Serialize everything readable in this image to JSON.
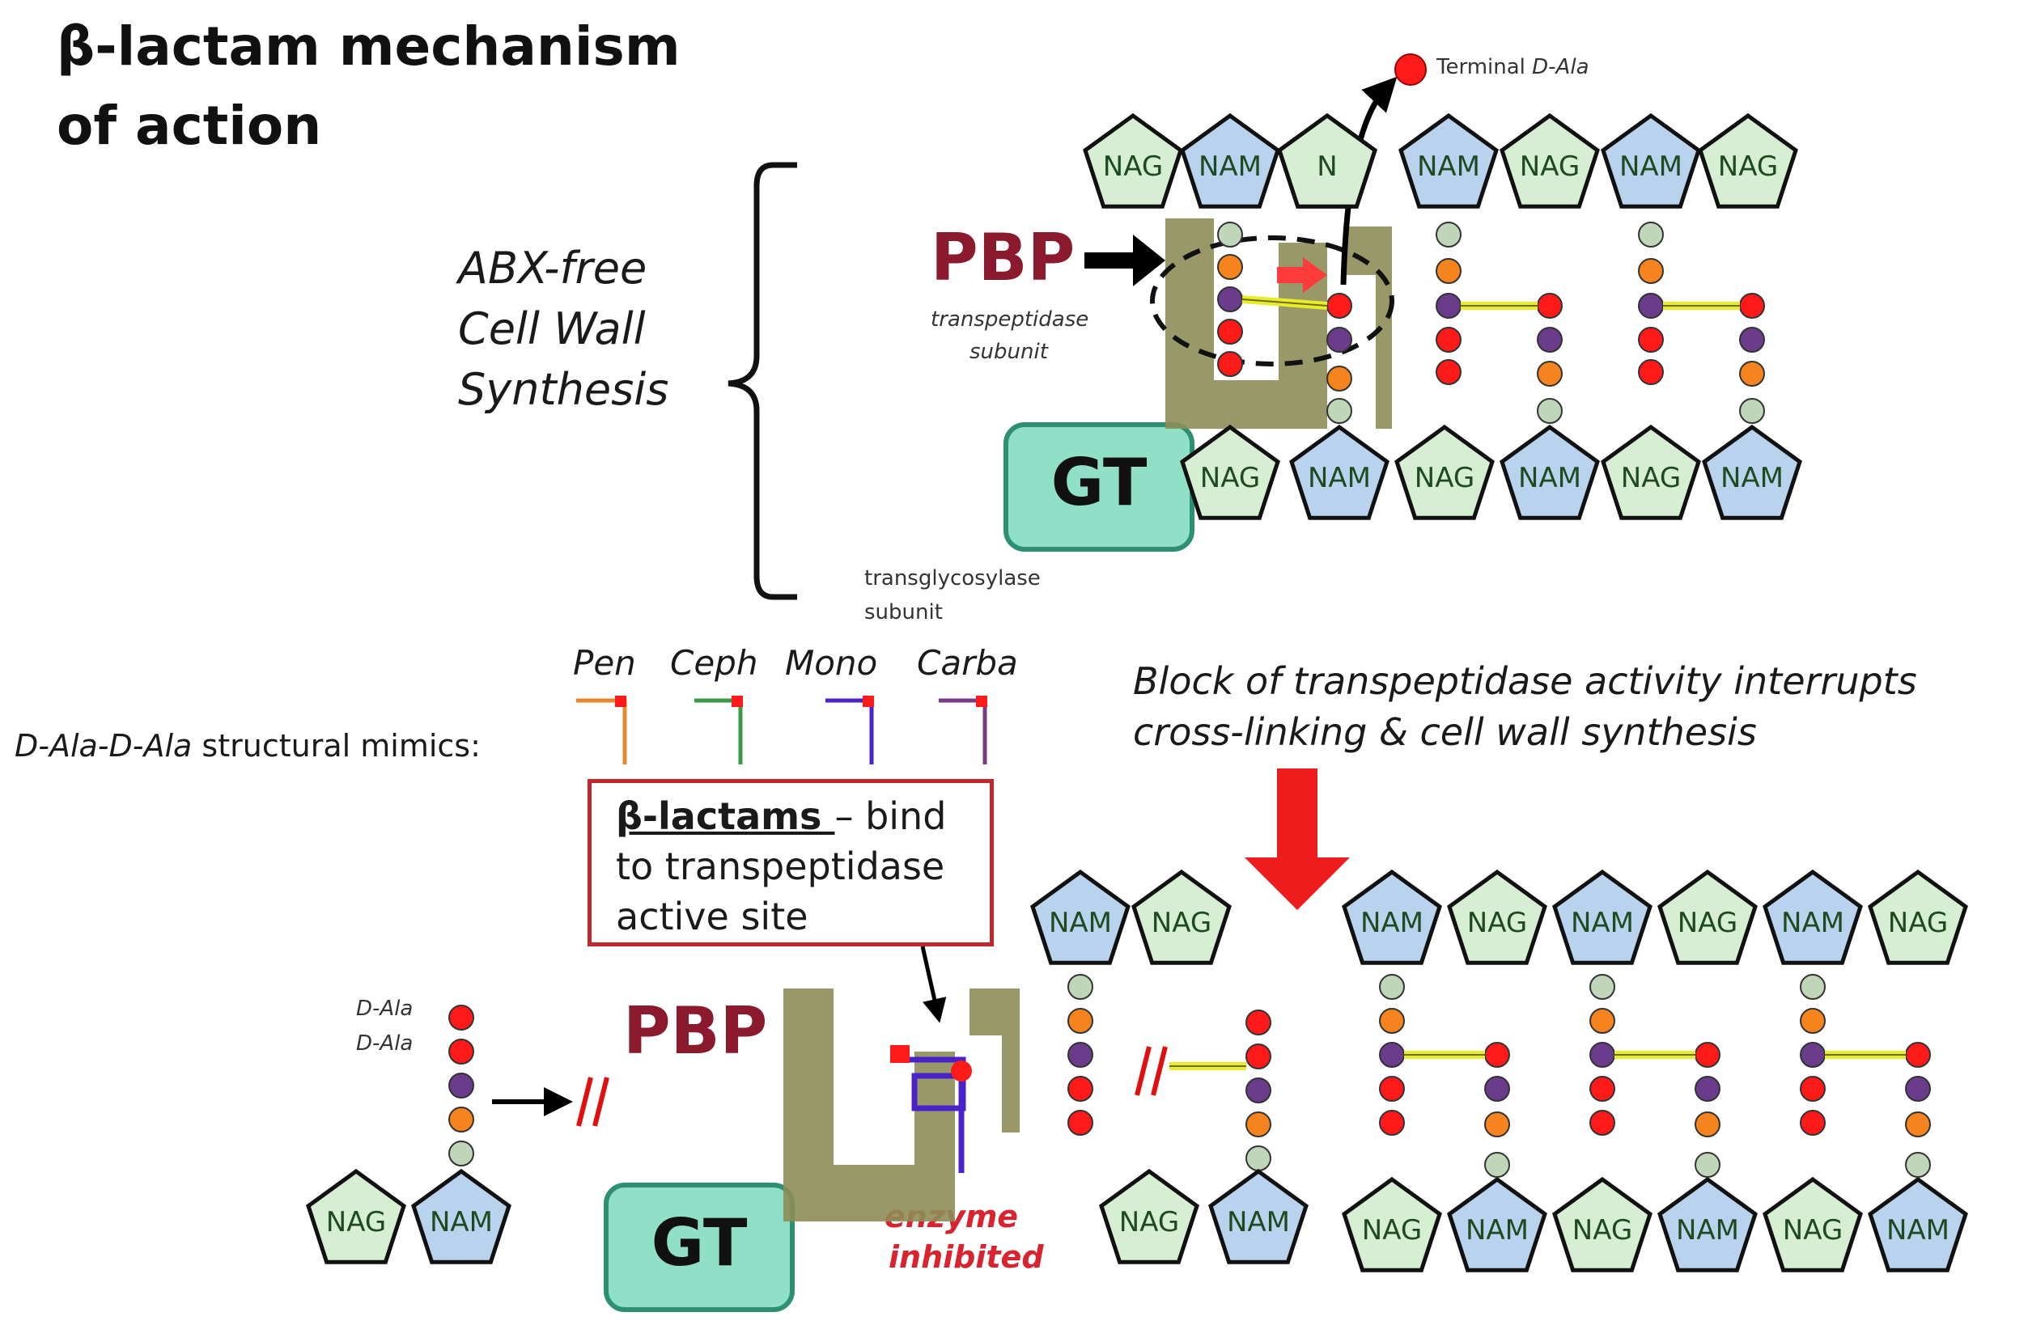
{
  "title": {
    "line1": "β-lactam mechanism",
    "line2": "of action"
  },
  "abx_label": {
    "line1": "ABX-free",
    "line2": "Cell Wall",
    "line3": "Synthesis"
  },
  "pbp_label": "PBP",
  "gt_label": "GT",
  "transpeptidase_label": {
    "line1": "transpeptidase",
    "line2": "subunit"
  },
  "transglycosylase_label": {
    "line1": "transglycosylase",
    "line2": "subunit"
  },
  "terminal_dala_label": {
    "prefix": "Terminal ",
    "dala": "D-Ala"
  },
  "sugar_labels": {
    "nag": "NAG",
    "nam": "NAM",
    "partial_n": "N"
  },
  "mimics": {
    "label_dala": "D-Ala-D-Ala",
    "label_rest": " structural mimics:",
    "items": [
      {
        "name": "Pen",
        "color": "#e8892e"
      },
      {
        "name": "Ceph",
        "color": "#3b9b44"
      },
      {
        "name": "Mono",
        "color": "#4b22c8"
      },
      {
        "name": "Carba",
        "color": "#7a3a8a"
      }
    ]
  },
  "beta_lactams_box": {
    "bold": "β-lactams ",
    "line1_rest": "– bind",
    "line2": "to transpeptidase",
    "line3": "active site"
  },
  "block_text": {
    "line1": "Block of transpeptidase activity interrupts",
    "line2": "cross-linking & cell wall synthesis"
  },
  "dala_labels": {
    "a": "D-Ala",
    "b": "D-Ala"
  },
  "enzyme_inhibited": {
    "line1": "enzyme",
    "line2": "inhibited"
  },
  "colors": {
    "nag_fill": "#d6efd2",
    "nam_fill": "#b9d3ef",
    "bead_red": "#ff1a1a",
    "bead_purple": "#6b3b8c",
    "bead_orange": "#f5841f",
    "bead_green": "#bfd6b8",
    "crosslink": "#e8ec2a",
    "pbp_text": "#8b1a2e",
    "gt_fill": "#8fe0c6",
    "enzyme_olive": "#8d8d58",
    "red_arrow": "#ee1c1c"
  }
}
